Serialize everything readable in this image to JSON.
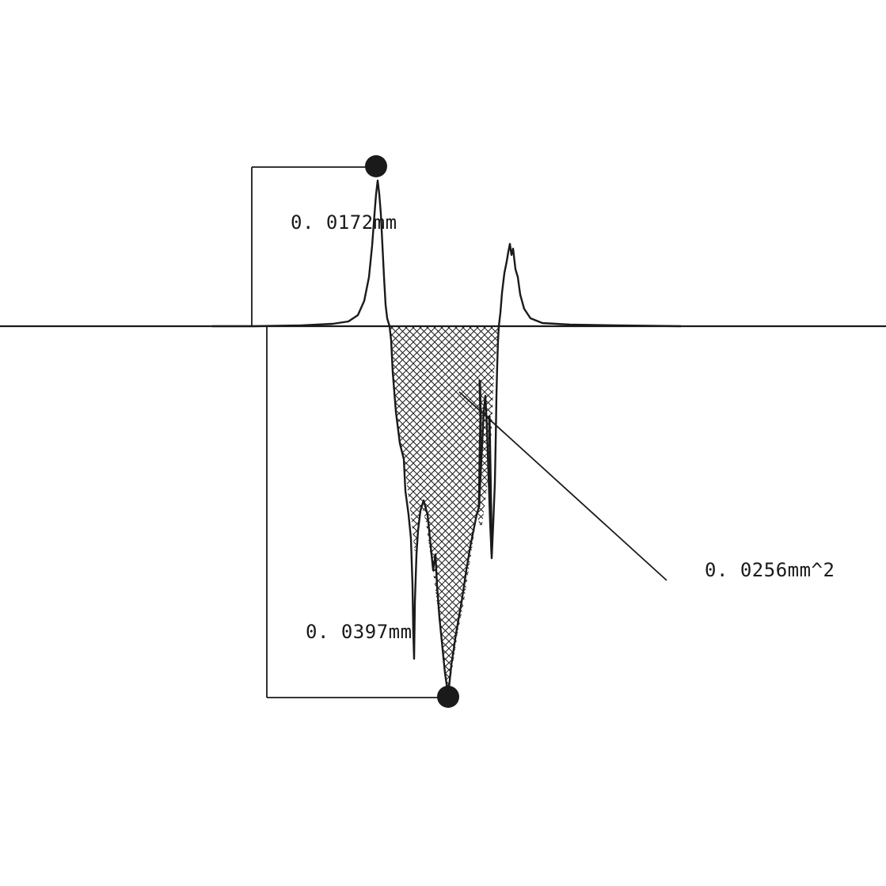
{
  "figure": {
    "height_label": "0. 0172mm",
    "depth_label": "0. 0397mm",
    "area_label": "0. 0256mm^2"
  },
  "colors": {
    "ink": "#1a1a1a",
    "hatch": "#1a1a1a",
    "background": "#ffffff"
  }
}
